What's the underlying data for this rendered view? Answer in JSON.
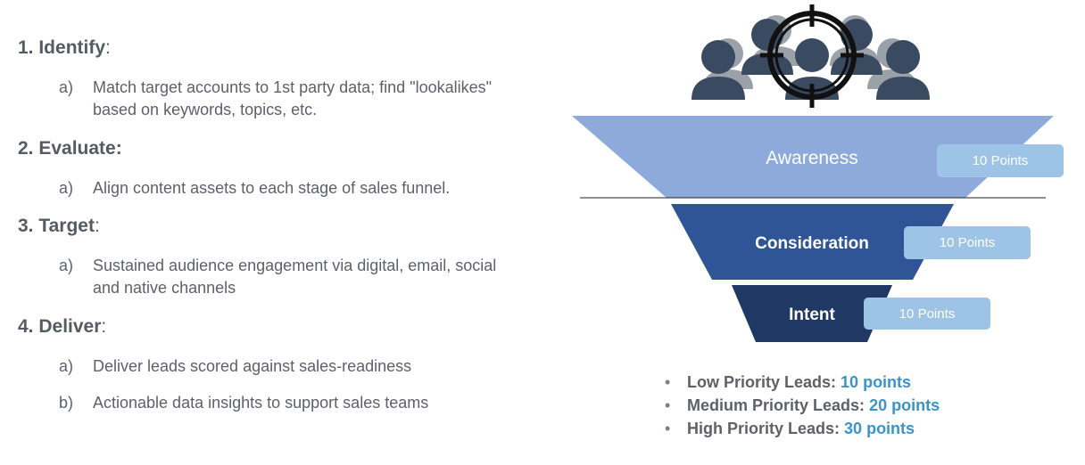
{
  "steps": [
    {
      "label": "1. Identify",
      "suffix": ":",
      "items": [
        {
          "letter": "a)",
          "text": "Match target accounts to 1st party data; find \"lookalikes\" based on keywords, topics, etc."
        }
      ]
    },
    {
      "label": "2.  Evaluate:",
      "suffix": "",
      "items": [
        {
          "letter": "a)",
          "text": "Align content assets to each stage of sales funnel."
        }
      ]
    },
    {
      "label": "3. Target",
      "suffix": ":",
      "items": [
        {
          "letter": "a)",
          "text": "Sustained audience engagement via digital, email, social and native channels"
        }
      ]
    },
    {
      "label": "4.   Deliver",
      "suffix": ":",
      "items": [
        {
          "letter": "a)",
          "text": "Deliver leads scored against sales-readiness"
        },
        {
          "letter": "b)",
          "text": "Actionable data insights to support sales teams"
        }
      ]
    }
  ],
  "funnel": {
    "stages": [
      {
        "label": "Awareness",
        "points": "10 Points",
        "color": "#8eaadb"
      },
      {
        "label": "Consideration",
        "points": "10 Points",
        "color": "#2f5597"
      },
      {
        "label": "Intent",
        "points": "10 Points",
        "color": "#1f3864"
      }
    ],
    "tag_color": "#9dc3e6",
    "icon": "audience-target-icon"
  },
  "priorities": [
    {
      "label": "Low Priority Leads:",
      "value": "10 points"
    },
    {
      "label": "Medium Priority Leads:",
      "value": "20 points"
    },
    {
      "label": "High Priority Leads:",
      "value": "30 points"
    }
  ],
  "colors": {
    "text": "#5d6168",
    "heading": "#555b63",
    "accent": "#3a93c9"
  }
}
